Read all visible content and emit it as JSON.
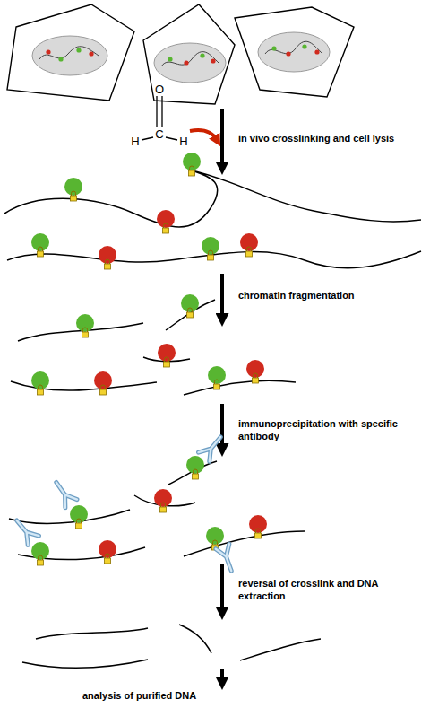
{
  "diagram": {
    "labels": [
      "O",
      "H",
      "C",
      "H",
      "in vivo crosslinking and cell lysis",
      "chromatin fragmentation",
      "immunoprecipitation with specific antibody",
      "reversal of crosslink and DNA extraction",
      "analysis of purified DNA"
    ]
  }
}
